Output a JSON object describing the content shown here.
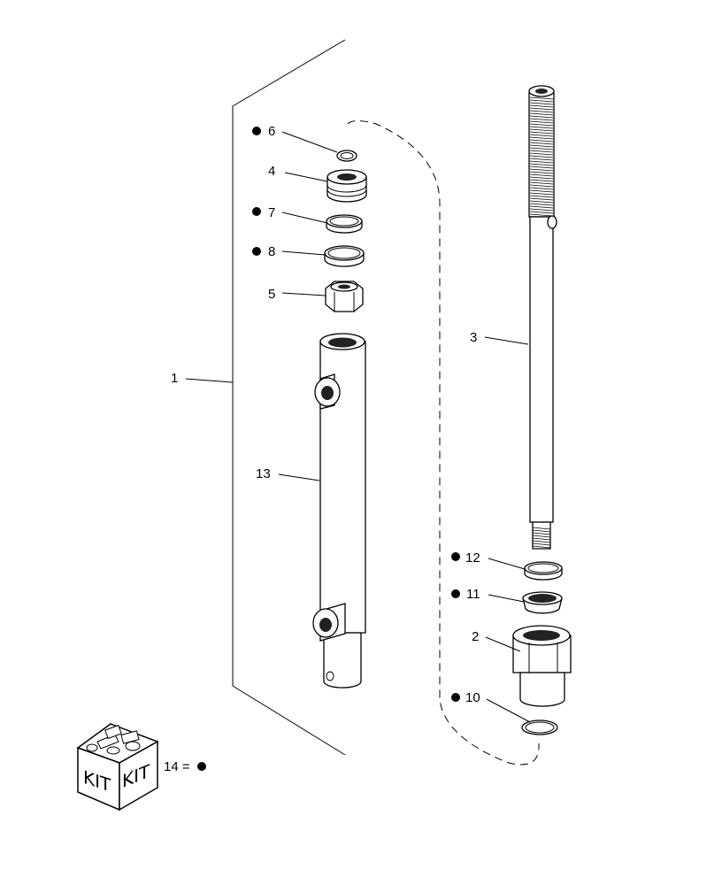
{
  "callouts": [
    {
      "id": "p1",
      "number": "1",
      "kit": false
    },
    {
      "id": "p2",
      "number": "2",
      "kit": false
    },
    {
      "id": "p3",
      "number": "3",
      "kit": false
    },
    {
      "id": "p4",
      "number": "4",
      "kit": false
    },
    {
      "id": "p5",
      "number": "5",
      "kit": false
    },
    {
      "id": "p6",
      "number": "6",
      "kit": true
    },
    {
      "id": "p7",
      "number": "7",
      "kit": true
    },
    {
      "id": "p8",
      "number": "8",
      "kit": true
    },
    {
      "id": "p10",
      "number": "10",
      "kit": true
    },
    {
      "id": "p11",
      "number": "11",
      "kit": true
    },
    {
      "id": "p12",
      "number": "12",
      "kit": true
    },
    {
      "id": "p13",
      "number": "13",
      "kit": false
    }
  ],
  "kit_legend": {
    "box_text_left": "KIT",
    "box_text_right": "KIT",
    "label": "14 ="
  },
  "icons": [
    "kit-box-icon",
    "kit-bullet-icon"
  ]
}
